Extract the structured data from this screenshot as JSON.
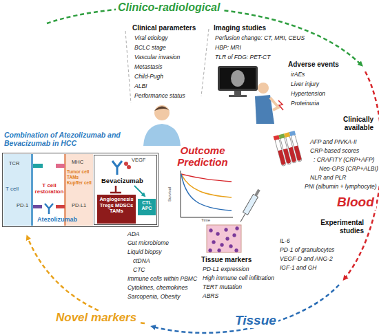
{
  "diagram": {
    "nodes": [
      {
        "text": [
          "Combination of Atezolizumab and Bevacizumab in HCC",
          "TCR",
          "MHC",
          "T cell restoration",
          "PD-1",
          "PD-L1",
          "Atezolizumab"
        ]
      },
      {
        "text": [
          "T cell"
        ],
        "in": 0
      },
      {
        "text": [
          "Tumor cell TAMs Kupffer cell"
        ],
        "in": 0
      },
      {
        "text": [
          "VEGF",
          "Bevacizumab"
        ],
        "in": 0
      },
      {
        "text": [
          "Angiogenesis Tregs MDSCs TAMs"
        ],
        "in": 3
      },
      {
        "text": [
          "CTL APC"
        ],
        "in": 3
      }
    ],
    "labels": [
      "Clinico-radiological",
      "Clinical parameters",
      "Viral etiology",
      "BCLC stage",
      "Vascular invasion",
      "Metastasis",
      "Child-Pugh",
      "ALBI",
      "Performance status",
      "Imaging studies",
      "Perfusion change: CT, MRI, CEUS",
      "HBP: MRI",
      "TLR of FDG: PET-CT",
      "Adverse events",
      "irAEs",
      "Liver injury",
      "Hypertension",
      "Proteinuria",
      "Clinically available",
      "AFP and PIVKA-II",
      "CRP-based scores",
      ": CRAFITY (CRP+AFP)",
      "Neo-GPS (CRP+ALBI)",
      "NLR and PLR",
      "PNI (albumin + lymphocyte)",
      "Blood",
      "Experimental studies",
      "IL-6",
      "PD-1 of granulocytes",
      "VEGF-D and ANG-2",
      "IGF-1 and GH",
      "Tissue markers",
      "PD-L1 expression",
      "High immune cell infiltration",
      "TERT mutation",
      "ABRS",
      "Tissue",
      "Novel markers",
      "ADA",
      "Gut microbiome",
      "Liquid biopsy",
      "ctDNA",
      "CTC",
      "Immune cells within PBMC",
      "Cytokines, chemokines",
      "Sarcopenia, Obesity",
      "Outcome Prediction",
      "Survival",
      "Time"
    ]
  }
}
